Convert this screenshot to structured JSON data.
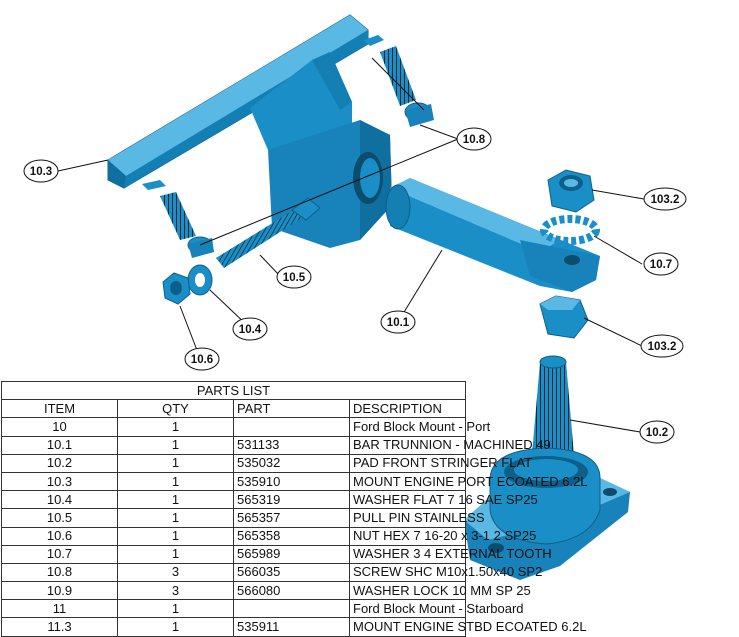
{
  "callouts": {
    "c103": "10.3",
    "c108": "10.8",
    "c105": "10.5",
    "c104": "10.4",
    "c106": "10.6",
    "c101": "10.1",
    "c1032a": "103.2",
    "c107": "10.7",
    "c1032b": "103.2",
    "c102": "10.2"
  },
  "colors": {
    "part_fill": "#1a8fc7",
    "part_dark": "#0e5f8a",
    "part_light": "#52b6e3",
    "thread": "#0b2b3a"
  },
  "parts_list": {
    "title": "PARTS LIST",
    "headers": {
      "item": "ITEM",
      "qty": "QTY",
      "part": "PART",
      "description": "DESCRIPTION"
    },
    "rows": [
      {
        "item": "10",
        "qty": "1",
        "part": "",
        "description": "Ford Block Mount - Port"
      },
      {
        "item": "10.1",
        "qty": "1",
        "part": "531133",
        "description": "BAR TRUNNION - MACHINED 49"
      },
      {
        "item": "10.2",
        "qty": "1",
        "part": "535032",
        "description": "PAD FRONT STRINGER FLAT"
      },
      {
        "item": "10.3",
        "qty": "1",
        "part": "535910",
        "description": "MOUNT ENGINE PORT ECOATED 6.2L"
      },
      {
        "item": "10.4",
        "qty": "1",
        "part": "565319",
        "description": "WASHER FLAT 7 16 SAE SP25"
      },
      {
        "item": "10.5",
        "qty": "1",
        "part": "565357",
        "description": "PULL PIN STAINLESS"
      },
      {
        "item": "10.6",
        "qty": "1",
        "part": "565358",
        "description": "NUT HEX 7 16-20 x 3-1 2 SP25"
      },
      {
        "item": "10.7",
        "qty": "1",
        "part": "565989",
        "description": "WASHER 3 4 EXTERNAL TOOTH"
      },
      {
        "item": "10.8",
        "qty": "3",
        "part": "566035",
        "description": "SCREW SHC M10x1.50x40 SP2"
      },
      {
        "item": "10.9",
        "qty": "3",
        "part": "566080",
        "description": "WASHER LOCK 10 MM SP 25"
      },
      {
        "item": "11",
        "qty": "1",
        "part": "",
        "description": "Ford Block Mount - Starboard"
      },
      {
        "item": "11.3",
        "qty": "1",
        "part": "535911",
        "description": "MOUNT ENGINE STBD ECOATED 6.2L"
      }
    ]
  }
}
